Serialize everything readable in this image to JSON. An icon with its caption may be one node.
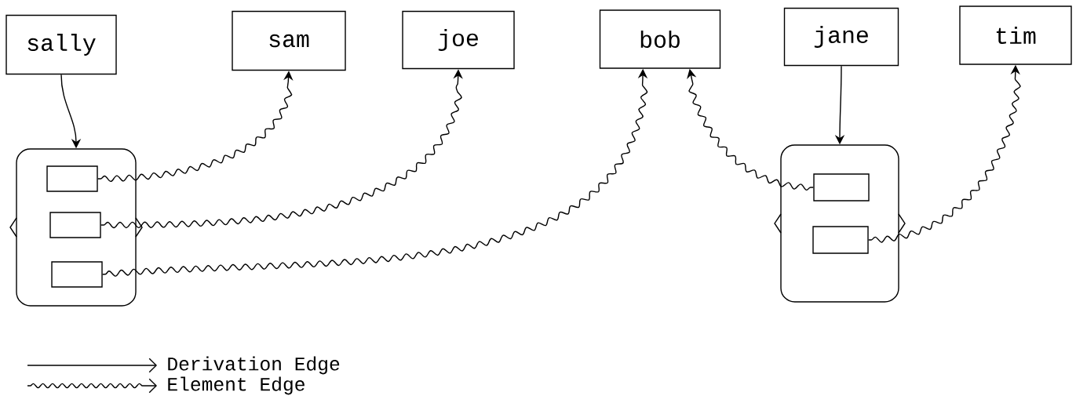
{
  "diagram": {
    "nodes": [
      {
        "text": [
          "sally"
        ]
      },
      {
        "text": [
          "sam"
        ]
      },
      {
        "text": [
          "joe"
        ]
      },
      {
        "text": [
          "bob"
        ]
      },
      {
        "text": [
          "jane"
        ]
      },
      {
        "text": [
          "tim"
        ]
      },
      {
        "text": [],
        "shape": "box"
      },
      {
        "text": [],
        "shape": "box",
        "in": 6
      },
      {
        "text": [],
        "shape": "box",
        "in": 6
      },
      {
        "text": [],
        "shape": "box",
        "in": 6
      },
      {
        "text": [],
        "shape": "box"
      },
      {
        "text": [],
        "shape": "box",
        "in": 10
      },
      {
        "text": [],
        "shape": "box",
        "in": 10
      }
    ],
    "edges": [
      {
        "from": 0,
        "to": 6,
        "arrow": "to"
      },
      {
        "from": 7,
        "to": 1,
        "arrow": "to"
      },
      {
        "from": 8,
        "to": 2,
        "arrow": "to"
      },
      {
        "from": 9,
        "to": 3,
        "arrow": "to"
      },
      {
        "from": 4,
        "to": 10,
        "arrow": "to"
      },
      {
        "from": 11,
        "to": 3,
        "arrow": "to"
      },
      {
        "from": 12,
        "to": 5,
        "arrow": "to"
      }
    ],
    "legend": [
      {
        "text": "Derivation Edge"
      },
      {
        "text": "Element Edge"
      }
    ]
  }
}
